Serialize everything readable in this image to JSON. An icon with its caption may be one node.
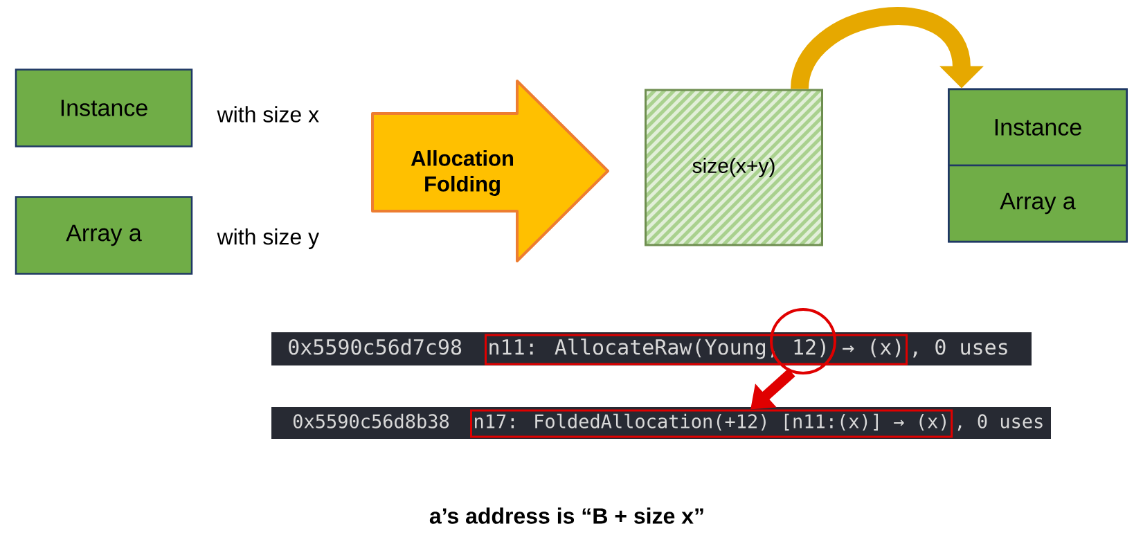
{
  "diagram": {
    "caption": "a’s address is “B + size x”",
    "nodes": [
      {
        "text": [
          "Instance"
        ],
        "beside": [
          "with size x"
        ]
      },
      {
        "text": [
          "Array a"
        ],
        "beside": [
          "with size y"
        ]
      },
      {
        "text": [
          "Allocation Folding"
        ]
      },
      {
        "text": [
          "size(x+y)"
        ]
      },
      {
        "text": [],
        "shape": "box"
      },
      {
        "text": [
          "Instance"
        ],
        "in": 4
      },
      {
        "text": [
          "Array a"
        ],
        "in": 4
      },
      {
        "text": [
          "n11: AllocateRaw(Young, 12) → (x)"
        ]
      },
      {
        "text": [],
        "shape": "circle"
      },
      {
        "text": [
          "n17: FoldedAllocation(+12) [n11:(x)] → (x)"
        ]
      }
    ],
    "edges": [
      {
        "from": 3,
        "to": 4,
        "arrow": "to",
        "color": "#e6a800"
      },
      {
        "from": 8,
        "to": 9,
        "arrow": "to",
        "color": "#e00000"
      }
    ],
    "labels": [
      "0x5590c56d7c98",
      ", 0 uses",
      "0x5590c56d8b38",
      ", 0 uses"
    ]
  }
}
